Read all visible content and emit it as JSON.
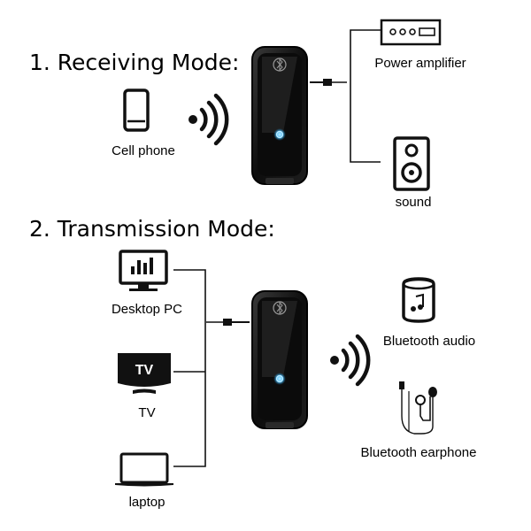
{
  "receiving": {
    "heading": "1. Receiving Mode:",
    "cell_phone": "Cell phone",
    "power_amplifier": "Power amplifier",
    "sound": "sound"
  },
  "transmission": {
    "heading": "2. Transmission Mode:",
    "desktop_pc": "Desktop PC",
    "tv_label": "TV",
    "tv_screen_text": "TV",
    "laptop": "laptop",
    "bluetooth_audio": "Bluetooth audio",
    "bluetooth_earphone": "Bluetooth earphone"
  },
  "colors": {
    "device_body": "#151515",
    "device_led": "#4fc3ff",
    "line": "#111111"
  }
}
